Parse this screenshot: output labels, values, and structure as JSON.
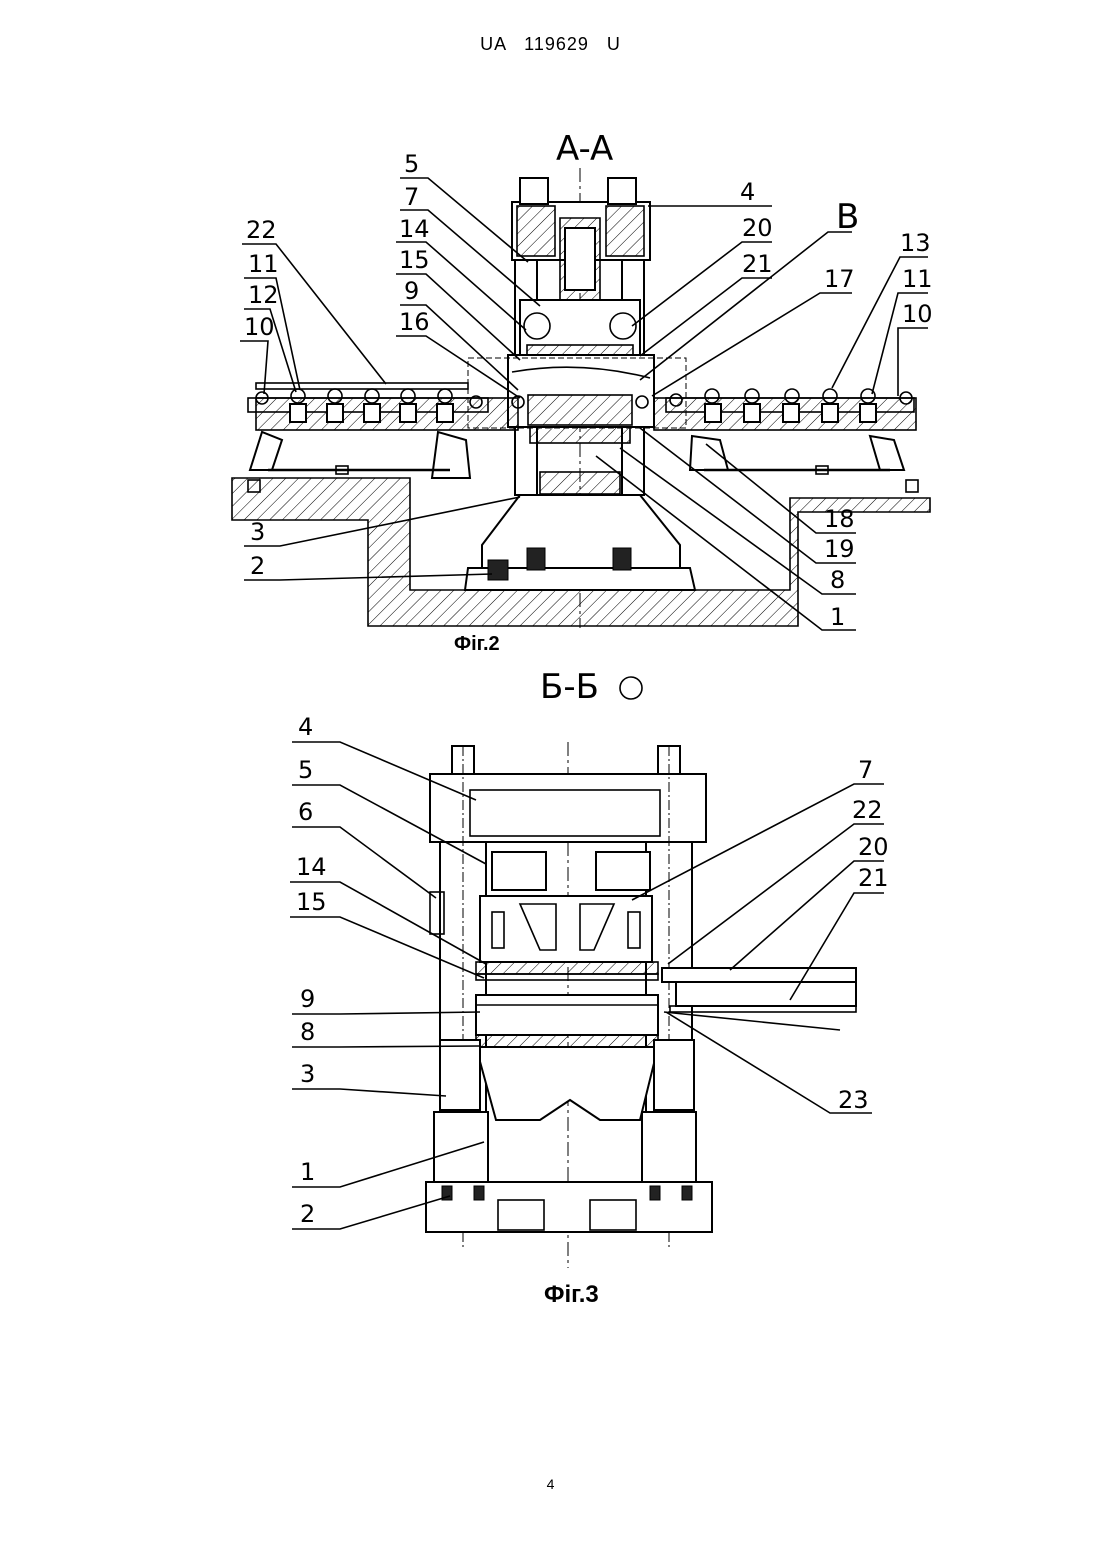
{
  "header": {
    "doc_number": "UA   119629   U"
  },
  "page_number": "4",
  "fig2": {
    "section_label": "A-A",
    "view_label": "B",
    "caption": "Фіг.2",
    "callouts_left": [
      "5",
      "7",
      "14",
      "15",
      "9",
      "16",
      "22",
      "11",
      "12",
      "10",
      "3",
      "2"
    ],
    "callouts_right": [
      "4",
      "20",
      "21",
      "17",
      "13",
      "11",
      "10",
      "18",
      "19",
      "8",
      "1"
    ]
  },
  "fig3": {
    "section_label": "Б-Б",
    "caption": "Фіг.3",
    "callouts_left": [
      "4",
      "5",
      "6",
      "14",
      "15",
      "9",
      "8",
      "3",
      "1",
      "2"
    ],
    "callouts_right": [
      "7",
      "22",
      "20",
      "21",
      "23"
    ]
  }
}
